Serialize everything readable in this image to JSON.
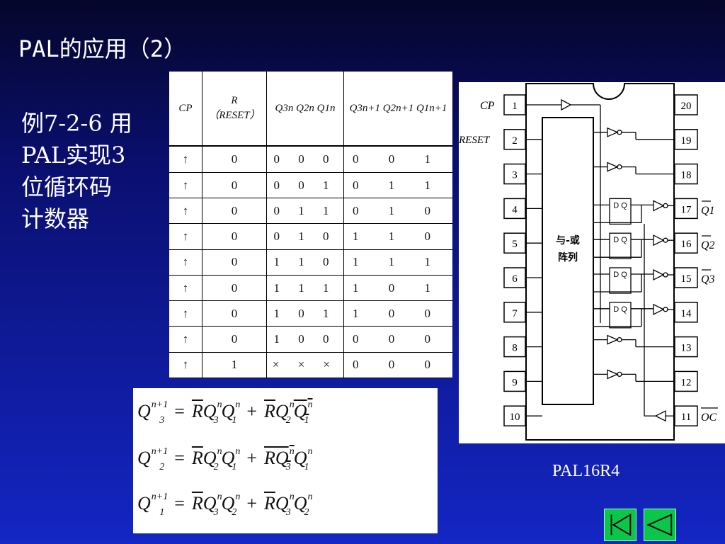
{
  "title": "PAL的应用（2）",
  "example_lines": [
    "例7-2-6 用",
    "PAL实现3",
    "位循环码",
    "计数器"
  ],
  "truth_table": {
    "head": {
      "cp": "CP",
      "r": "R",
      "reset": "（RESET）",
      "q_now": "Q3n Q2n Q1n",
      "q_next": "Q3n+1 Q2n+1 Q1n+1"
    },
    "rows": [
      {
        "cp": "↑",
        "r": "0",
        "q": "0 0 0",
        "qn": "0 0 1"
      },
      {
        "cp": "↑",
        "r": "0",
        "q": "0 0 1",
        "qn": "0 1 1"
      },
      {
        "cp": "↑",
        "r": "0",
        "q": "0 1 1",
        "qn": "0 1 0"
      },
      {
        "cp": "↑",
        "r": "0",
        "q": "0 1 0",
        "qn": "1 1 0"
      },
      {
        "cp": "↑",
        "r": "0",
        "q": "1 1 0",
        "qn": "1 1 1"
      },
      {
        "cp": "↑",
        "r": "0",
        "q": "1 1 1",
        "qn": "1 0 1"
      },
      {
        "cp": "↑",
        "r": "0",
        "q": "1 0 1",
        "qn": "1 0 0"
      },
      {
        "cp": "↑",
        "r": "0",
        "q": "1 0 0",
        "qn": "0 0 0"
      },
      {
        "cp": "↑",
        "r": "1",
        "q": "× × ×",
        "qn": "0 0 0"
      }
    ]
  },
  "chip": {
    "name": "PAL16R4",
    "array_label_1": "与-或",
    "array_label_2": "阵列",
    "left_pins": [
      "1",
      "2",
      "3",
      "4",
      "5",
      "6",
      "7",
      "8",
      "9",
      "10"
    ],
    "right_pins": [
      "20",
      "19",
      "18",
      "17",
      "16",
      "15",
      "14",
      "13",
      "12",
      "11"
    ],
    "left_labels": {
      "cp": "CP",
      "reset": "RESET"
    },
    "right_labels": {
      "q1": "Q1",
      "q2": "Q2",
      "q3": "Q3",
      "oc": "OC"
    },
    "ff_label": "D Q"
  },
  "equations": [
    {
      "lhs": "Q3",
      "rhs": "R Q3 Q1 + R Q2 Q1"
    },
    {
      "lhs": "Q2",
      "rhs": "R Q2 Q1 + R Q3 Q1"
    },
    {
      "lhs": "Q1",
      "rhs": "R Q3 Q2 + R Q3 Q2"
    }
  ],
  "eq_symbols": {
    "sup": "n+1",
    "n": "n",
    "eq": "=",
    "plus": "+",
    "R": "R",
    "Q": "Q",
    "i1": "1",
    "i2": "2",
    "i3": "3"
  },
  "nav": {
    "first_icon": "first-slide-icon",
    "prev_icon": "previous-slide-icon"
  }
}
